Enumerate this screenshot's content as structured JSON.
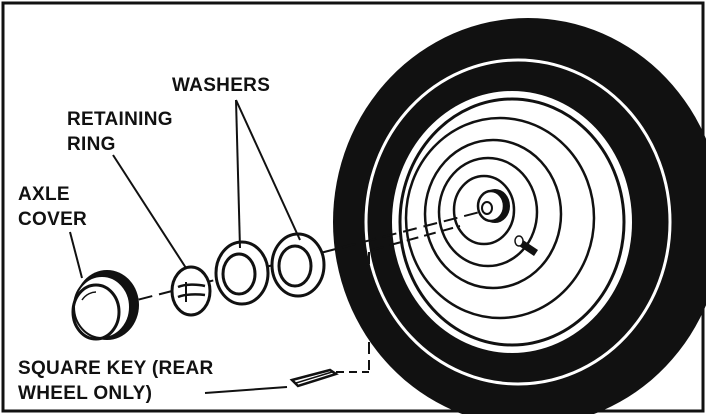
{
  "labels": {
    "washers": "WASHERS",
    "retaining_ring_line1": "RETAINING",
    "retaining_ring_line2": "RING",
    "axle_cover_line1": "AXLE",
    "axle_cover_line2": "COVER",
    "square_key_line1": "SQUARE KEY (REAR",
    "square_key_line2": "WHEEL ONLY)"
  },
  "colors": {
    "ink": "#111111",
    "paper": "#ffffff"
  }
}
